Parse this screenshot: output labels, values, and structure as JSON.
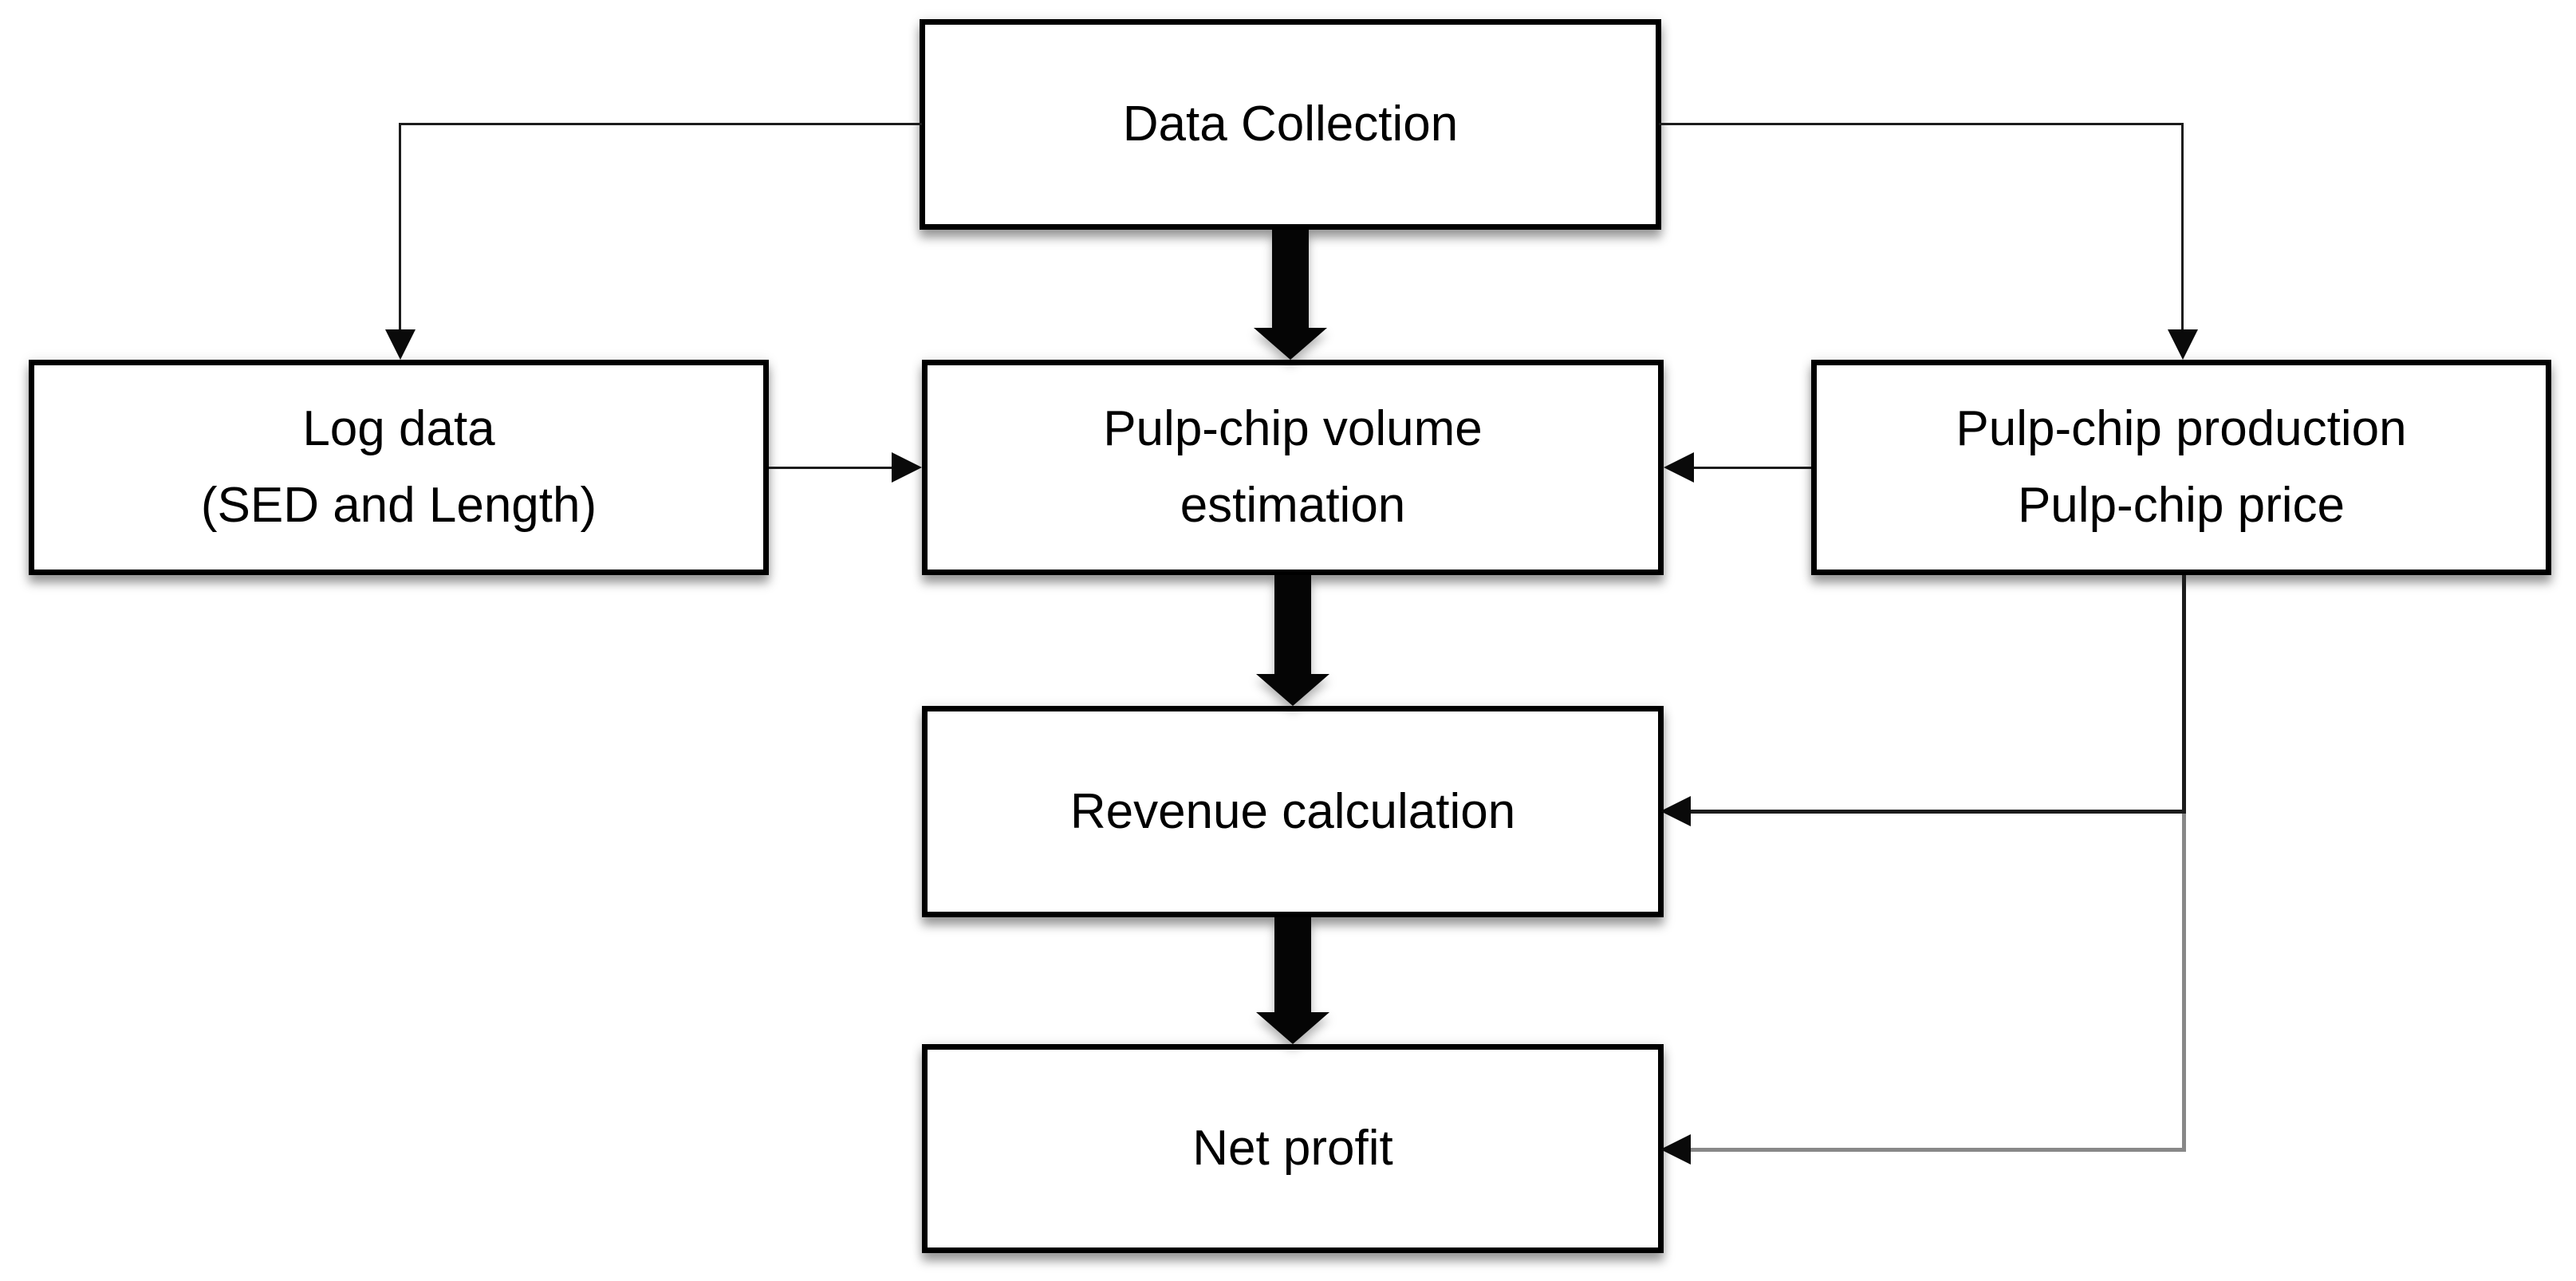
{
  "diagram": {
    "type": "flowchart",
    "nodes": {
      "data_collection": {
        "label": "Data Collection"
      },
      "log_data": {
        "line1": "Log data",
        "line2": "(SED and Length)"
      },
      "volume_estimation": {
        "line1": "Pulp-chip volume",
        "line2": "estimation"
      },
      "production_price": {
        "line1": "Pulp-chip production",
        "line2": "Pulp-chip price"
      },
      "revenue": {
        "label": "Revenue calculation"
      },
      "net_profit": {
        "label": "Net profit"
      }
    },
    "edges": [
      {
        "from": "Data Collection",
        "to": "Log data (SED and Length)",
        "style": "thin-elbow-arrow"
      },
      {
        "from": "Data Collection",
        "to": "Pulp-chip production / Pulp-chip price",
        "style": "thin-elbow-arrow"
      },
      {
        "from": "Data Collection",
        "to": "Pulp-chip volume estimation",
        "style": "thick-block-arrow"
      },
      {
        "from": "Log data (SED and Length)",
        "to": "Pulp-chip volume estimation",
        "style": "thin-arrow"
      },
      {
        "from": "Pulp-chip production / Pulp-chip price",
        "to": "Pulp-chip volume estimation",
        "style": "thin-arrow"
      },
      {
        "from": "Pulp-chip volume estimation",
        "to": "Revenue calculation",
        "style": "thick-block-arrow"
      },
      {
        "from": "Revenue calculation",
        "to": "Net profit",
        "style": "thick-block-arrow"
      },
      {
        "from": "Pulp-chip production / Pulp-chip price",
        "to": "Revenue calculation",
        "style": "thin-elbow-arrow"
      },
      {
        "from": "Pulp-chip production / Pulp-chip price",
        "to": "Net profit",
        "style": "thin-elbow-arrow"
      }
    ],
    "colors": {
      "background": "#ffffff",
      "box_fill": "#ffffff",
      "box_border": "#000000",
      "text": "#000000",
      "connector_dark": "#1c1c1c",
      "connector_light": "#888888",
      "arrow_fill": "#050505"
    }
  }
}
